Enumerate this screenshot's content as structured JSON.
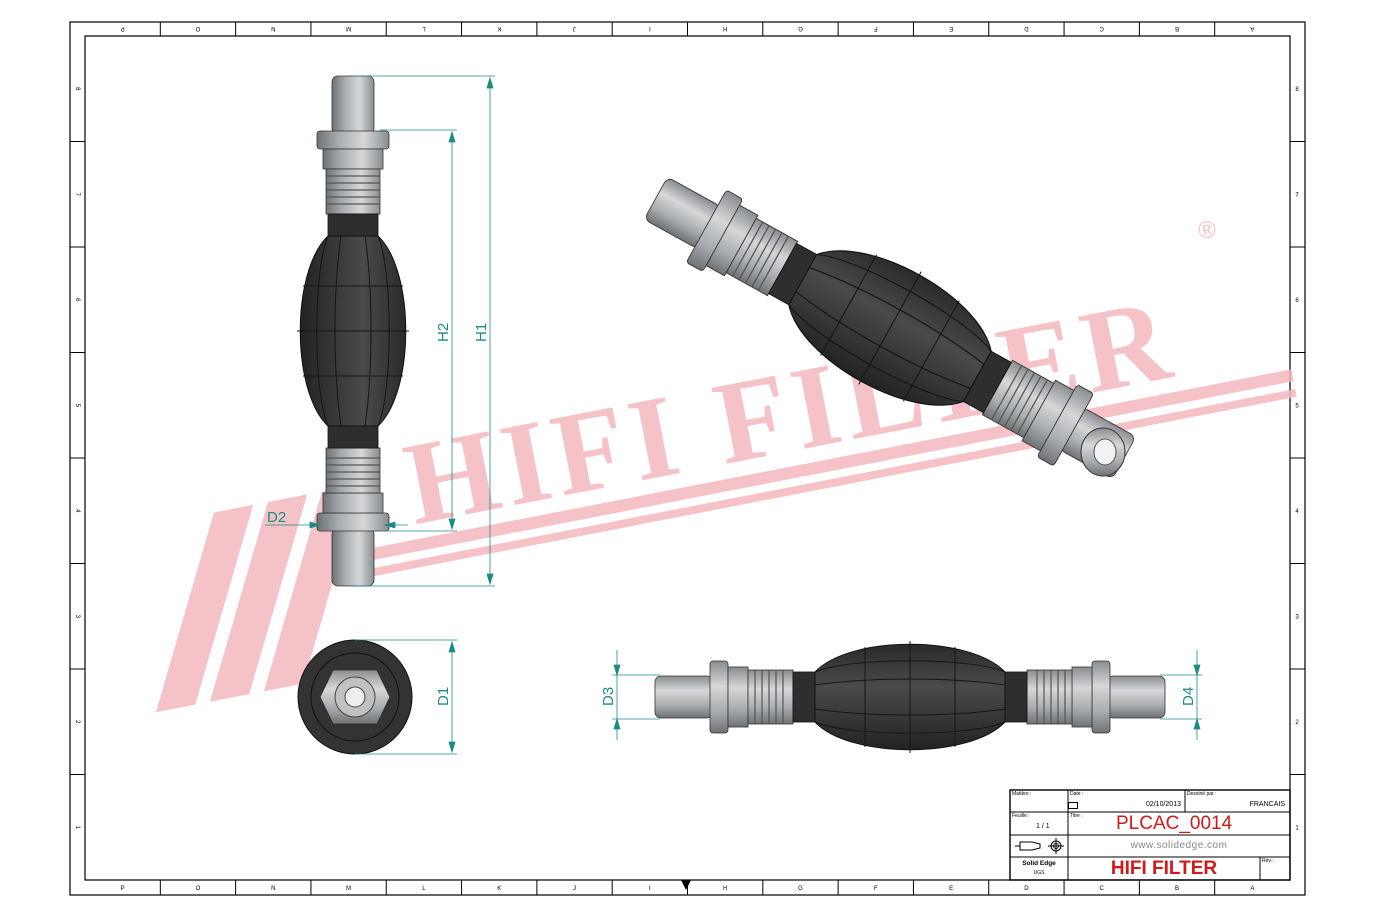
{
  "border": {
    "columns": [
      "P",
      "O",
      "N",
      "M",
      "L",
      "K",
      "J",
      "I",
      "H",
      "G",
      "F",
      "E",
      "D",
      "C",
      "B",
      "A"
    ],
    "rows": [
      "8",
      "7",
      "6",
      "5",
      "4",
      "3",
      "2",
      "1"
    ]
  },
  "dimensions": {
    "h1": "H1",
    "h2": "H2",
    "d1": "D1",
    "d2": "D2",
    "d3": "D3",
    "d4": "D4"
  },
  "watermark": {
    "text": "HIFI FILTER",
    "registered": "®",
    "color": "#f4b8bf"
  },
  "title_block": {
    "material_label": "Matière :",
    "date_label": "Date :",
    "date": "02/10/2013",
    "drawn_by_label": "Dessiné par :",
    "drawn_by": "FRANCAIS",
    "sheet_label": "Feuille :",
    "sheet": "1 / 1",
    "title_label": "Titre :",
    "title": "PLCAC_0014",
    "website": "www.solidedge.com",
    "software": "Solid Edge",
    "software_sub": "UGS",
    "company": "HIFI FILTER",
    "rev_label": "Rév. :",
    "accent": "#d11a1a"
  }
}
